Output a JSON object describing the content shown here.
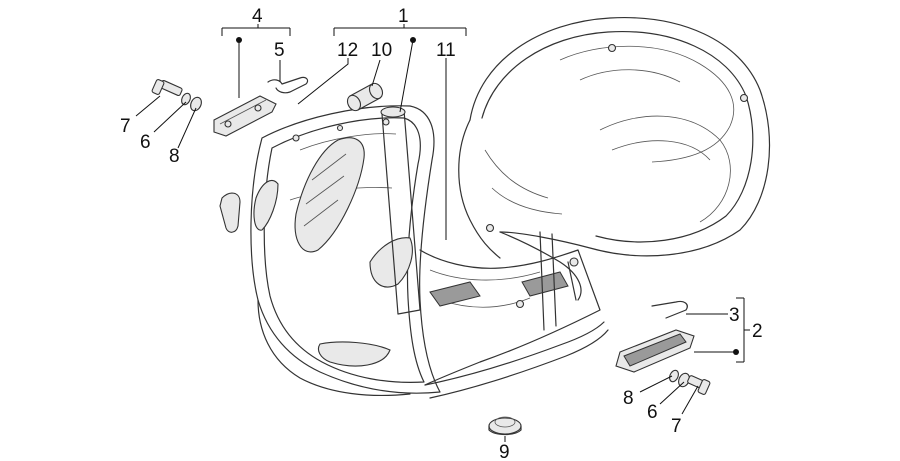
{
  "callouts": {
    "c1": "1",
    "c2": "2",
    "c3": "3",
    "c4": "4",
    "c5": "5",
    "c6a": "6",
    "c6b": "6",
    "c7a": "7",
    "c7b": "7",
    "c8a": "8",
    "c8b": "8",
    "c9": "9",
    "c10": "10",
    "c11": "11",
    "c12": "12"
  }
}
